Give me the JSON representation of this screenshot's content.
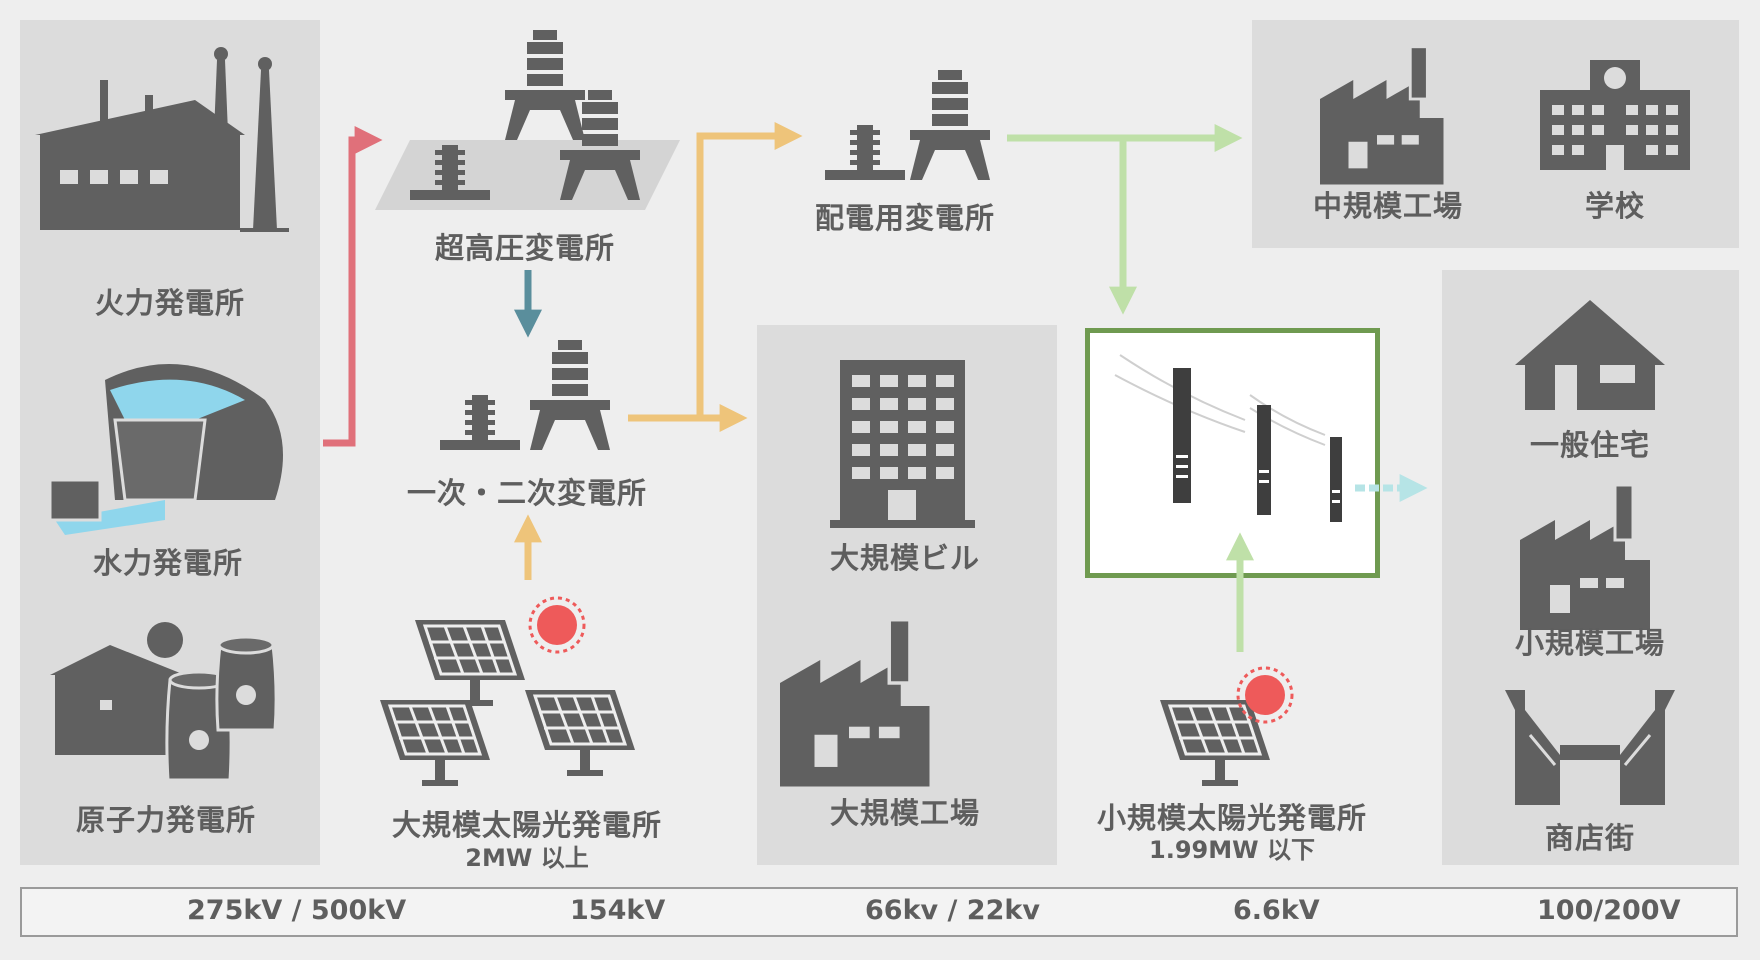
{
  "colors": {
    "panel": "#dcdcdc",
    "icon": "#606060",
    "text": "#5e5e5e",
    "highlight_border": "#6f9a50",
    "line_275_500kv": "#e0707a",
    "line_154kv": "#5a8e9c",
    "line_66_22kv": "#eec47a",
    "line_6_6kv": "#bfe0a8",
    "line_100_200v": "#b6e4e6",
    "sun": "#ee5a5a"
  },
  "icons": {
    "thermal": "thermal-power-plant-icon",
    "hydro": "hydro-dam-icon",
    "nuclear": "nuclear-plant-icon",
    "substation": "transformer-icon",
    "solar": "solar-panel-icon",
    "sun": "sun-icon",
    "building": "office-building-icon",
    "factory": "factory-icon",
    "school": "school-icon",
    "house": "house-icon",
    "poles": "utility-pole-icon",
    "shopping": "shopping-street-icon"
  },
  "generation": {
    "thermal": "火力発電所",
    "hydro": "水力発電所",
    "nuclear": "原子力発電所"
  },
  "substations": {
    "ultra_high": "超高圧変電所",
    "primary_secondary": "一次・二次変電所",
    "distribution": "配電用変電所"
  },
  "solar": {
    "large": "大規模太陽光発電所",
    "large_sub": "2MW 以上",
    "small": "小規模太陽光発電所",
    "small_sub": "1.99MW 以下"
  },
  "large_consumers": {
    "building": "大規模ビル",
    "factory": "大規模工場"
  },
  "medium_consumers": {
    "factory": "中規模工場",
    "school": "学校"
  },
  "low_voltage_consumers": {
    "house": "一般住宅",
    "factory": "小規模工場",
    "shops": "商店街"
  },
  "legend": [
    {
      "label": "275kV / 500kV",
      "color": "#e0707a"
    },
    {
      "label": "154kV",
      "color": "#5a8e9c"
    },
    {
      "label": "66kv / 22kv",
      "color": "#eec47a"
    },
    {
      "label": "6.6kV",
      "color": "#bfe0a8"
    },
    {
      "label": "100/200V",
      "color": "#b6e4e6"
    }
  ]
}
